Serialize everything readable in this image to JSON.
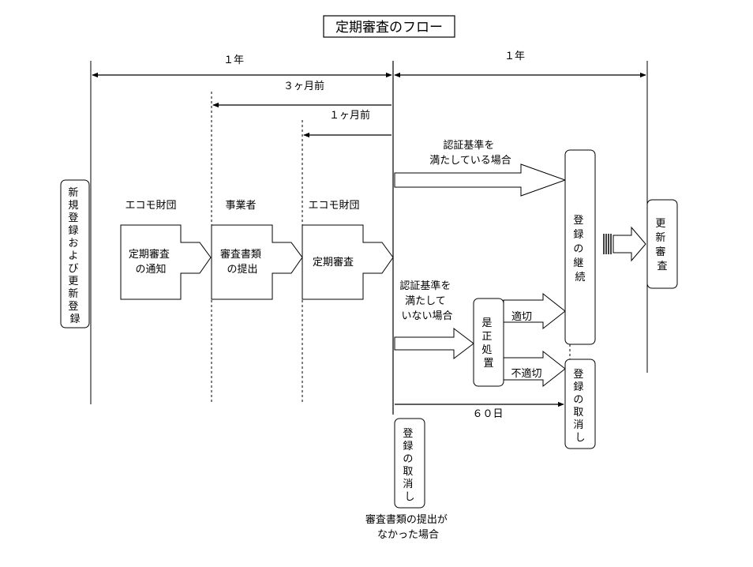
{
  "title": "定期審査のフロー",
  "period_1": "１年",
  "period_2": "１年",
  "three_months_before": "３ヶ月前",
  "one_month_before": "１ヶ月前",
  "actor_ecomo_1": "エコモ財団",
  "actor_operator": "事業者",
  "actor_ecomo_2": "エコモ財団",
  "new_registration": [
    "新",
    "規",
    "登",
    "録",
    "お",
    "よ",
    "び",
    "更",
    "新",
    "登",
    "録"
  ],
  "step_notice": [
    "定期審査",
    "の通知"
  ],
  "step_submission": [
    "審査書類",
    "の提出"
  ],
  "step_review": "定期審査",
  "meets_criteria": [
    "認証基準を",
    "満たしている場合"
  ],
  "not_meets_criteria": [
    "認証基準を",
    "満たして",
    "いない場合"
  ],
  "corrective_action": [
    "是",
    "正",
    "処",
    "置"
  ],
  "appropriate": "適切",
  "inappropriate": "不適切",
  "continuation": [
    "登",
    "録",
    "の",
    "継",
    "続"
  ],
  "renewal_review": [
    "更",
    "新",
    "審",
    "査"
  ],
  "cancellation_right": [
    "登",
    "録",
    "の",
    "取",
    "消",
    "し"
  ],
  "cancellation_bottom": [
    "登",
    "録",
    "の",
    "取",
    "消",
    "し"
  ],
  "sixty_days": "６０日",
  "no_submission": [
    "審査書類の提出が",
    "なかった場合"
  ]
}
